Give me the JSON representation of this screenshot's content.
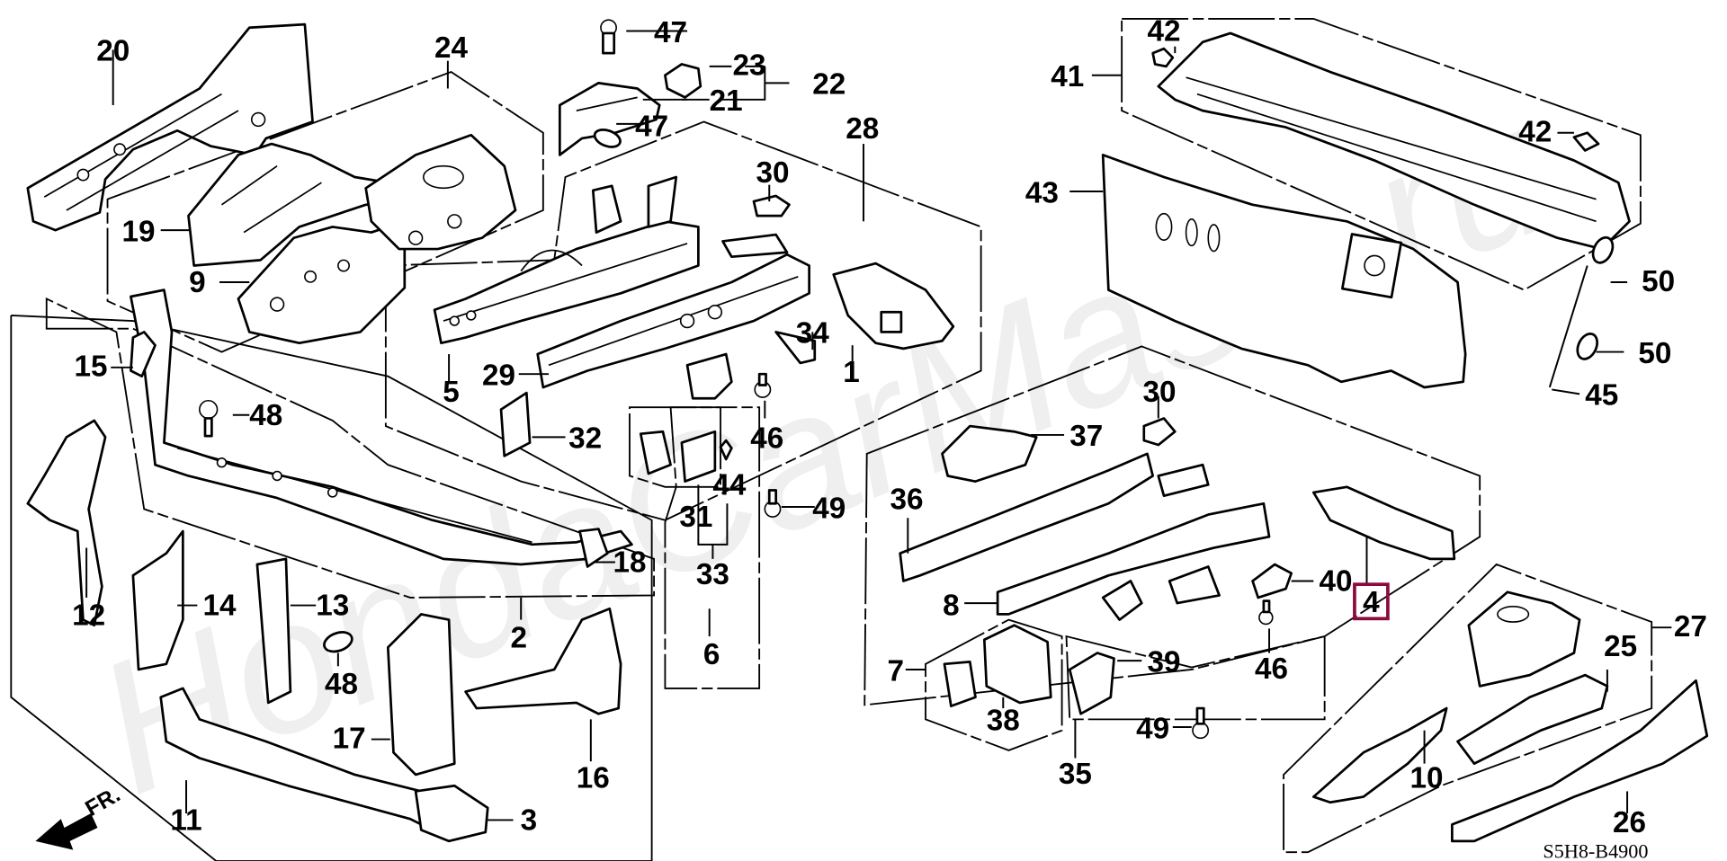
{
  "diagram": {
    "title": "Front bulkhead / dashboard / front wheelhouse parts diagram",
    "code": "S5H8-B4900",
    "watermark": "HondaCarMase.ru",
    "direction_label": "FR.",
    "highlight_color": "#8c0a3c",
    "selected_part": "4"
  },
  "callouts": [
    {
      "id": "1",
      "label": "1"
    },
    {
      "id": "2",
      "label": "2"
    },
    {
      "id": "3",
      "label": "3"
    },
    {
      "id": "4",
      "label": "4",
      "highlighted": true
    },
    {
      "id": "5",
      "label": "5"
    },
    {
      "id": "6",
      "label": "6"
    },
    {
      "id": "7",
      "label": "7"
    },
    {
      "id": "8",
      "label": "8"
    },
    {
      "id": "9",
      "label": "9"
    },
    {
      "id": "10",
      "label": "10"
    },
    {
      "id": "11",
      "label": "11"
    },
    {
      "id": "12",
      "label": "12"
    },
    {
      "id": "13",
      "label": "13"
    },
    {
      "id": "14",
      "label": "14"
    },
    {
      "id": "15",
      "label": "15"
    },
    {
      "id": "16",
      "label": "16"
    },
    {
      "id": "17",
      "label": "17"
    },
    {
      "id": "18",
      "label": "18"
    },
    {
      "id": "19",
      "label": "19"
    },
    {
      "id": "20",
      "label": "20"
    },
    {
      "id": "21",
      "label": "21"
    },
    {
      "id": "22",
      "label": "22"
    },
    {
      "id": "23",
      "label": "23"
    },
    {
      "id": "24",
      "label": "24"
    },
    {
      "id": "25",
      "label": "25"
    },
    {
      "id": "26",
      "label": "26"
    },
    {
      "id": "27",
      "label": "27"
    },
    {
      "id": "28",
      "label": "28"
    },
    {
      "id": "29",
      "label": "29"
    },
    {
      "id": "30a",
      "label": "30"
    },
    {
      "id": "30b",
      "label": "30"
    },
    {
      "id": "31",
      "label": "31"
    },
    {
      "id": "32",
      "label": "32"
    },
    {
      "id": "33",
      "label": "33"
    },
    {
      "id": "34",
      "label": "34"
    },
    {
      "id": "35",
      "label": "35"
    },
    {
      "id": "36",
      "label": "36"
    },
    {
      "id": "37",
      "label": "37"
    },
    {
      "id": "38",
      "label": "38"
    },
    {
      "id": "39",
      "label": "39"
    },
    {
      "id": "40",
      "label": "40"
    },
    {
      "id": "41",
      "label": "41"
    },
    {
      "id": "42a",
      "label": "42"
    },
    {
      "id": "42b",
      "label": "42"
    },
    {
      "id": "43",
      "label": "43"
    },
    {
      "id": "44",
      "label": "44"
    },
    {
      "id": "45",
      "label": "45"
    },
    {
      "id": "46a",
      "label": "46"
    },
    {
      "id": "46b",
      "label": "46"
    },
    {
      "id": "47a",
      "label": "47"
    },
    {
      "id": "47b",
      "label": "47"
    },
    {
      "id": "48a",
      "label": "48"
    },
    {
      "id": "48b",
      "label": "48"
    },
    {
      "id": "49a",
      "label": "49"
    },
    {
      "id": "49b",
      "label": "49"
    },
    {
      "id": "50a",
      "label": "50"
    },
    {
      "id": "50b",
      "label": "50"
    }
  ]
}
